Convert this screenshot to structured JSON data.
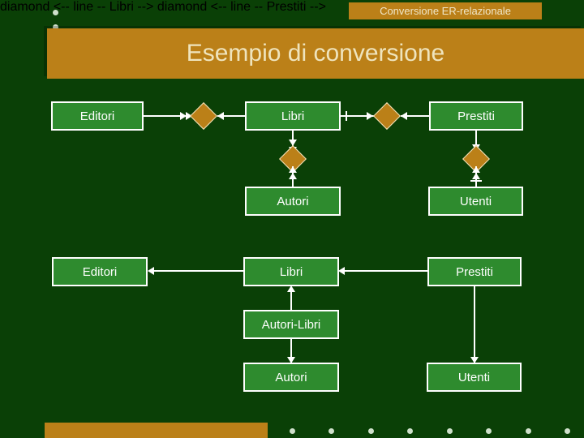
{
  "slide": {
    "header_label": "Conversione ER-relazionale",
    "title": "Esempio di conversione",
    "colors": {
      "background": "#0a4006",
      "band": "#bb8018",
      "band_text": "#efe4bd",
      "node_fill": "#2e8b2e",
      "node_border": "#ffffff",
      "node_text": "#ffffff",
      "diamond_fill": "#bb8018",
      "dot": "#cfe0cb"
    }
  },
  "er_diagram": {
    "entities": [
      {
        "id": "er-editori",
        "label": "Editori"
      },
      {
        "id": "er-libri",
        "label": "Libri"
      },
      {
        "id": "er-prestiti",
        "label": "Prestiti"
      },
      {
        "id": "er-autori",
        "label": "Autori"
      },
      {
        "id": "er-utenti",
        "label": "Utenti"
      }
    ],
    "relationships": [
      {
        "id": "rel-editori-libri",
        "between": [
          "Editori",
          "Libri"
        ]
      },
      {
        "id": "rel-libri-prestiti",
        "between": [
          "Libri",
          "Prestiti"
        ]
      },
      {
        "id": "rel-libri-autori",
        "between": [
          "Libri",
          "Autori"
        ]
      },
      {
        "id": "rel-prestiti-utenti",
        "between": [
          "Prestiti",
          "Utenti"
        ]
      }
    ]
  },
  "relational_schema": {
    "tables": [
      {
        "id": "rel-editori-tbl",
        "label": "Editori"
      },
      {
        "id": "rel-libri-tbl",
        "label": "Libri"
      },
      {
        "id": "rel-prestiti-tbl",
        "label": "Prestiti"
      },
      {
        "id": "rel-autorilibri-tbl",
        "label": "Autori-Libri"
      },
      {
        "id": "rel-autori-tbl",
        "label": "Autori"
      },
      {
        "id": "rel-utenti-tbl",
        "label": "Utenti"
      }
    ],
    "references": [
      {
        "from": "Libri",
        "to": "Editori"
      },
      {
        "from": "Prestiti",
        "to": "Libri"
      },
      {
        "from": "Autori-Libri",
        "to": "Libri"
      },
      {
        "from": "Autori-Libri",
        "to": "Autori"
      },
      {
        "from": "Prestiti",
        "to": "Utenti"
      }
    ]
  }
}
